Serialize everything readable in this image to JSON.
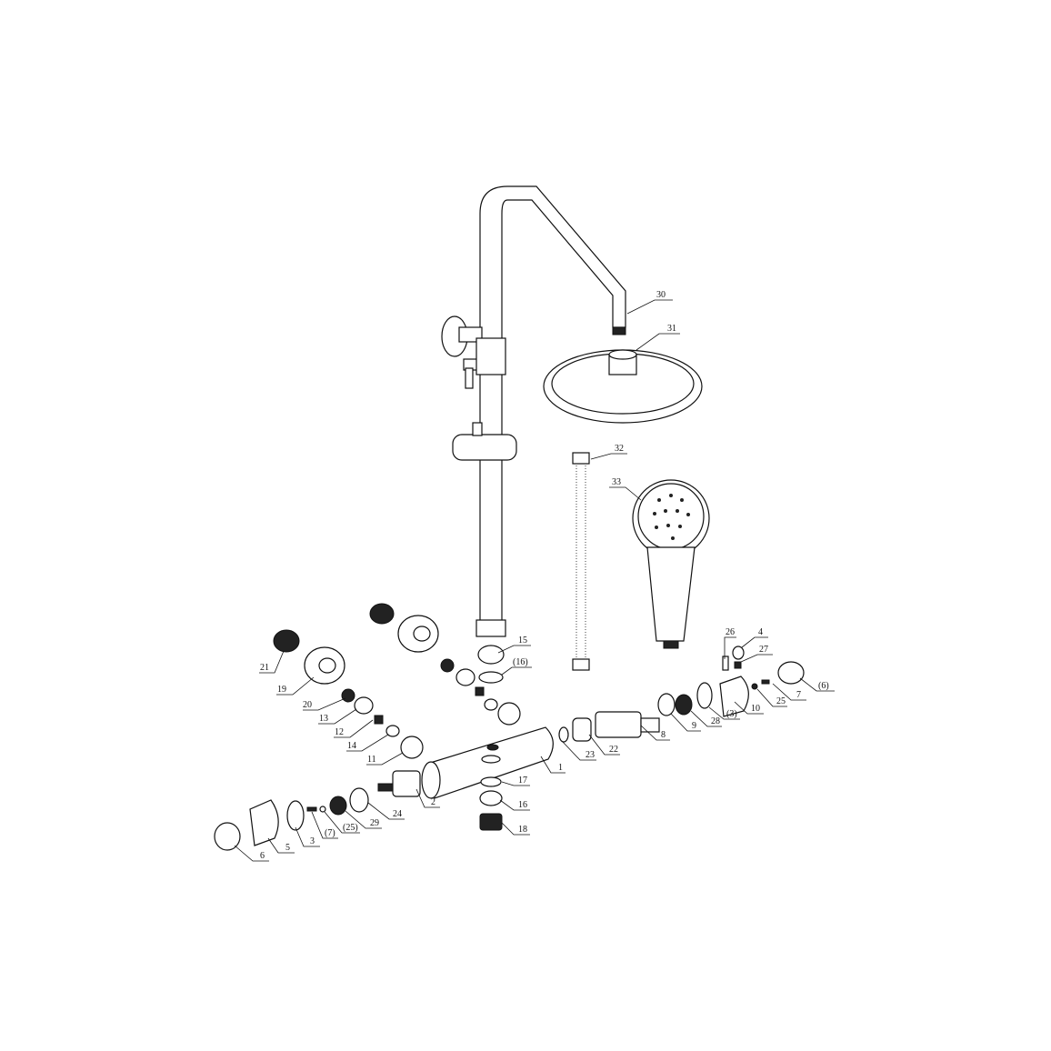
{
  "labels": {
    "p30": "30",
    "p31": "31",
    "p32": "32",
    "p33": "33",
    "p15": "15",
    "p16a": "(16)",
    "p26": "26",
    "p4": "4",
    "p27": "27",
    "p21": "21",
    "p19": "19",
    "p20": "20",
    "p13": "13",
    "p12": "12",
    "p14": "14",
    "p11": "11",
    "p23": "23",
    "p22": "22",
    "p8": "8",
    "p9": "9",
    "p28": "28",
    "p3a": "(3)",
    "p10": "10",
    "p25": "25",
    "p7": "7",
    "p6a": "(6)",
    "p1": "1",
    "p17": "17",
    "p16": "16",
    "p18": "18",
    "p2": "2",
    "p24": "24",
    "p29": "29",
    "p25a": "(25)",
    "p7a": "(7)",
    "p3": "3",
    "p5": "5",
    "p6": "6"
  }
}
